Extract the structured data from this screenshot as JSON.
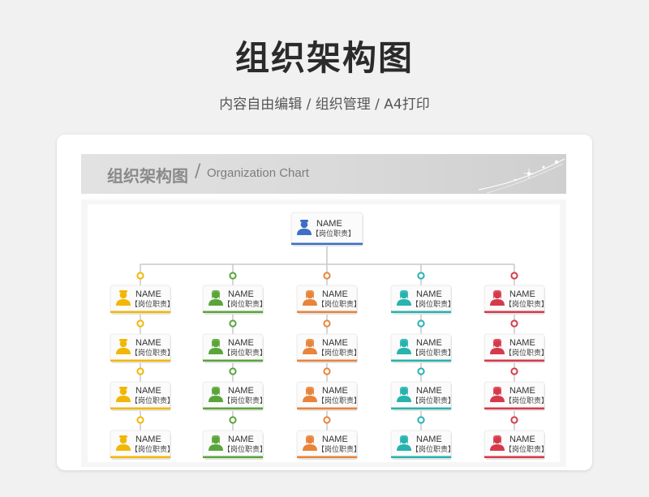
{
  "header": {
    "title": "组织架构图",
    "subtitle": "内容自由编辑 / 组织管理 / A4打印"
  },
  "banner": {
    "title": "组织架构图",
    "slash": "/",
    "subtitle": "Organization Chart"
  },
  "root": {
    "name": "NAME",
    "role": "【岗位职责】",
    "color": "#3e6fc4"
  },
  "columns": [
    {
      "color": "#f2b705",
      "person": "male",
      "nodes": [
        {
          "name": "NAME",
          "role": "【岗位职责】"
        },
        {
          "name": "NAME",
          "role": "【岗位职责】"
        },
        {
          "name": "NAME",
          "role": "【岗位职责】"
        },
        {
          "name": "NAME",
          "role": "【岗位职责】"
        }
      ]
    },
    {
      "color": "#5aa53a",
      "person": "female",
      "nodes": [
        {
          "name": "NAME",
          "role": "【岗位职责】"
        },
        {
          "name": "NAME",
          "role": "【岗位职责】"
        },
        {
          "name": "NAME",
          "role": "【岗位职责】"
        },
        {
          "name": "NAME",
          "role": "【岗位职责】"
        }
      ]
    },
    {
      "color": "#e8843a",
      "person": "female",
      "nodes": [
        {
          "name": "NAME",
          "role": "【岗位职责】"
        },
        {
          "name": "NAME",
          "role": "【岗位职责】"
        },
        {
          "name": "NAME",
          "role": "【岗位职责】"
        },
        {
          "name": "NAME",
          "role": "【岗位职责】"
        }
      ]
    },
    {
      "color": "#27b3ae",
      "person": "female",
      "nodes": [
        {
          "name": "NAME",
          "role": "【岗位职责】"
        },
        {
          "name": "NAME",
          "role": "【岗位职责】"
        },
        {
          "name": "NAME",
          "role": "【岗位职责】"
        },
        {
          "name": "NAME",
          "role": "【岗位职责】"
        }
      ]
    },
    {
      "color": "#d63a4a",
      "person": "female",
      "nodes": [
        {
          "name": "NAME",
          "role": "【岗位职责】"
        },
        {
          "name": "NAME",
          "role": "【岗位职责】"
        },
        {
          "name": "NAME",
          "role": "【岗位职责】"
        },
        {
          "name": "NAME",
          "role": "【岗位职责】"
        }
      ]
    }
  ]
}
